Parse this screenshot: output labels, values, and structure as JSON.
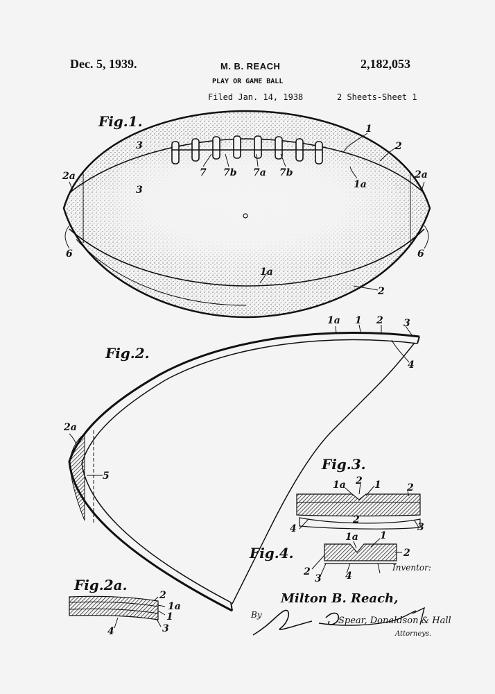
{
  "header": {
    "date": "Dec. 5, 1939.",
    "inventor": "M. B. REACH",
    "patent_number": "2,182,053",
    "title": "PLAY OR GAME BALL",
    "filed": "Filed Jan. 14, 1938",
    "sheets": "2 Sheets-Sheet 1"
  },
  "figures": {
    "fig1": "Fig.1.",
    "fig2": "Fig.2.",
    "fig2a": "Fig.2a.",
    "fig3": "Fig.3.",
    "fig4": "Fig.4."
  },
  "refs": {
    "r1": "1",
    "r2": "2",
    "r2a": "2a",
    "r3": "3",
    "r1a": "1a",
    "r4": "4",
    "r5": "5",
    "r6": "6",
    "r7": "7",
    "r7a": "7a",
    "r7b": "7b"
  },
  "signature": {
    "inventor_label": "Inventor:",
    "inventor_name": "Milton B. Reach,",
    "by": "By",
    "attorneys_signature": "Spear, Donaldson & Hall",
    "attorneys": "Attorneys."
  }
}
